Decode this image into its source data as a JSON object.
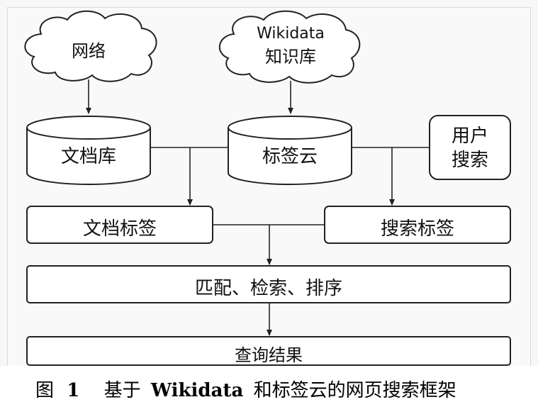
{
  "nodes": {
    "cloud_web": "网络",
    "cloud_wikidata_line1": "Wikidata",
    "cloud_wikidata_line2": "知识库",
    "db_documents": "文档库",
    "db_tag_cloud": "标签云",
    "user_search_line1": "用户",
    "user_search_line2": "搜索",
    "doc_tags": "文档标签",
    "search_tags": "搜索标签",
    "match_retrieve_sort": "匹配、检索、排序",
    "query_results": "查询结果"
  },
  "caption": {
    "prefix": "图",
    "number": "1",
    "text_before": "基于",
    "wikidata": "Wikidata",
    "text_after": "和标签云的网页搜索框架"
  }
}
